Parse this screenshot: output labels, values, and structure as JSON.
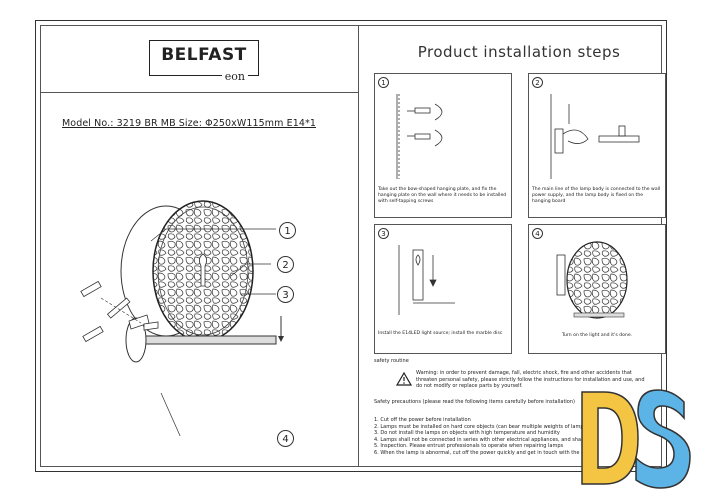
{
  "brand": {
    "name": "BELFAST",
    "sub": "eon"
  },
  "model_line": "Model No.: 3219 BR MB   Size: Φ250xW115mm    E14*1",
  "callouts": [
    "1",
    "2",
    "3",
    "4"
  ],
  "title": "Product installation steps",
  "steps": [
    {
      "num": "1",
      "caption": "Take out the bow-shaped hanging plate, and fix the hanging plate on the wall where it needs to be installed with self-tapping screws"
    },
    {
      "num": "2",
      "caption": "The main line of the lamp body is connected to the wall power supply, and the lamp body is fixed on the hanging board"
    },
    {
      "num": "3",
      "caption": "Install the E14LED light source; install the marble disc"
    },
    {
      "num": "4",
      "caption": "Turn on the light and it's done."
    }
  ],
  "safety": {
    "heading": "safety routine",
    "warning": "Warning: in order to prevent damage, fall, electric shock, fire and other accidents that threaten personal safety, please strictly follow the instructions for installation and use, and do not modify or replace parts by yourself.",
    "precautions_heading": "Safety precautions (please read the following items carefully before installation)",
    "items": [
      "1. Cut off the power before installation",
      "2. Lamps must be installed on hard core objects (can bear multiple weights of lamp",
      "3. Do not install the lamps on objects with high temperature and humidity",
      "4. Lamps shall not be connected in series with other electrical appliances, and shall",
      "5. Inspection. Please entrust professionals to operate when repairing lamps",
      "6. When the lamp is abnormal, cut off the power quickly and get in touch with the m"
    ]
  },
  "colors": {
    "logo_yellow": "#F4C542",
    "logo_blue": "#5BB3E6",
    "line": "#333333"
  }
}
